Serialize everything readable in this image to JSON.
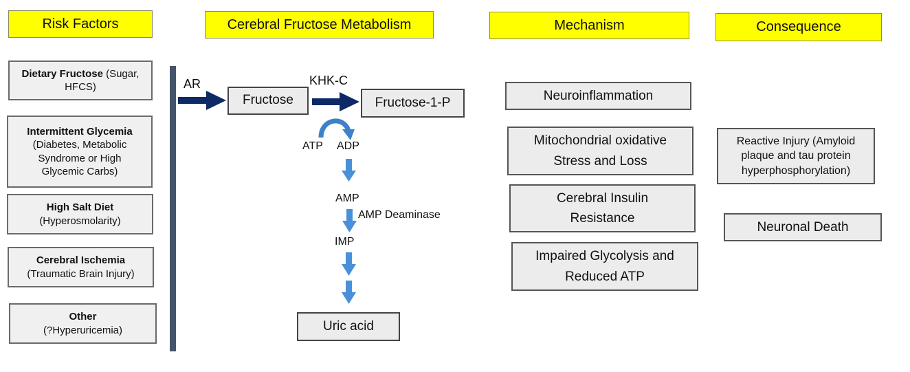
{
  "headers": {
    "risk_factors": "Risk Factors",
    "metabolism": "Cerebral Fructose Metabolism",
    "mechanism": "Mechanism",
    "consequence": "Consequence"
  },
  "risk_factors": [
    {
      "bold": "Dietary Fructose",
      "detail": " (Sugar, HFCS)"
    },
    {
      "bold": "Intermittent Glycemia",
      "detail": "(Diabetes, Metabolic Syndrome or High Glycemic Carbs)"
    },
    {
      "bold": "High Salt Diet",
      "detail": "(Hyperosmolarity)"
    },
    {
      "bold": "Cerebral Ischemia",
      "detail": "(Traumatic Brain Injury)"
    },
    {
      "bold": "Other",
      "detail": "(?Hyperuricemia)"
    }
  ],
  "pathway": {
    "enzyme_ar": "AR",
    "fructose": "Fructose",
    "enzyme_khk": "KHK-C",
    "fructose_1p": "Fructose-1-P",
    "atp": "ATP",
    "adp": "ADP",
    "amp": "AMP",
    "amp_deaminase": "AMP Deaminase",
    "imp": "IMP",
    "uric_acid": "Uric acid"
  },
  "mechanisms": [
    "Neuroinflammation",
    "Mitochondrial oxidative Stress and Loss",
    "Cerebral Insulin Resistance",
    "Impaired Glycolysis and Reduced ATP"
  ],
  "consequences": [
    "Reactive Injury (Amyloid plaque and tau protein hyperphosphorylation)",
    "Neuronal Death"
  ],
  "colors": {
    "header_fill": "#ffff00",
    "box_fill": "#ececec",
    "dark_arrow": "#0d2a66",
    "light_arrow": "#4a90d9",
    "divider": "#44546a"
  }
}
